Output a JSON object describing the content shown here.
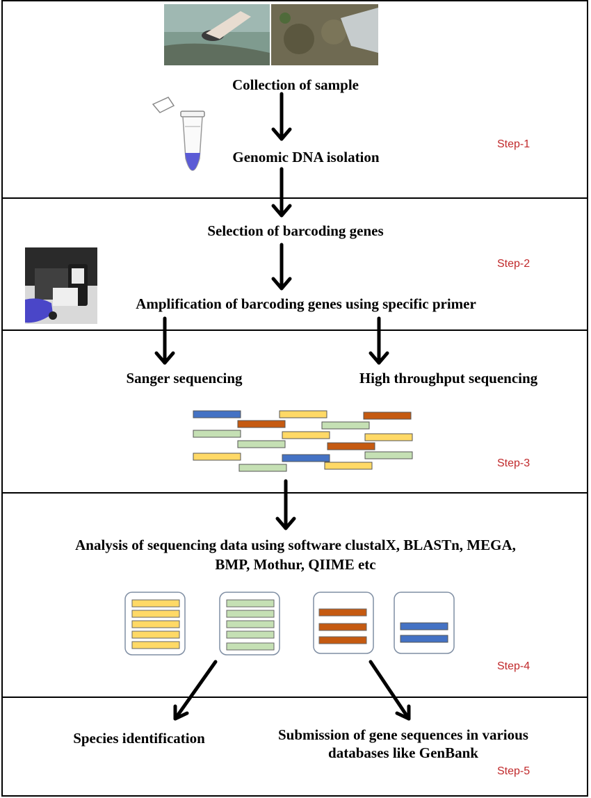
{
  "steps": [
    "Step-1",
    "Step-2",
    "Step-3",
    "Step-4",
    "Step-5"
  ],
  "labels": {
    "collection": "Collection of sample",
    "dna_isolation": "Genomic DNA isolation",
    "selection": "Selection of barcoding genes",
    "amplification": "Amplification of barcoding genes using specific primer",
    "sanger": "Sanger sequencing",
    "high_throughput": "High throughput sequencing",
    "analysis_line1": "Analysis of sequencing data using software clustalX, BLASTn,  MEGA,",
    "analysis_line2": "BMP, Mothur, QIIME etc",
    "species_id": "Species identification",
    "submission_line1": "Submission of gene sequences in various",
    "submission_line2": "databases like GenBank"
  },
  "colors": {
    "blue": "#4472c4",
    "orange": "#c55a11",
    "yellow": "#ffd966",
    "green": "#c5e0b4",
    "step_red": "#c0282a",
    "tube_liquid": "#5b5bd6"
  },
  "icons": [
    "water-sample-photo",
    "soil-sample-photo",
    "microtube-icon",
    "pcr-machine-photo"
  ]
}
